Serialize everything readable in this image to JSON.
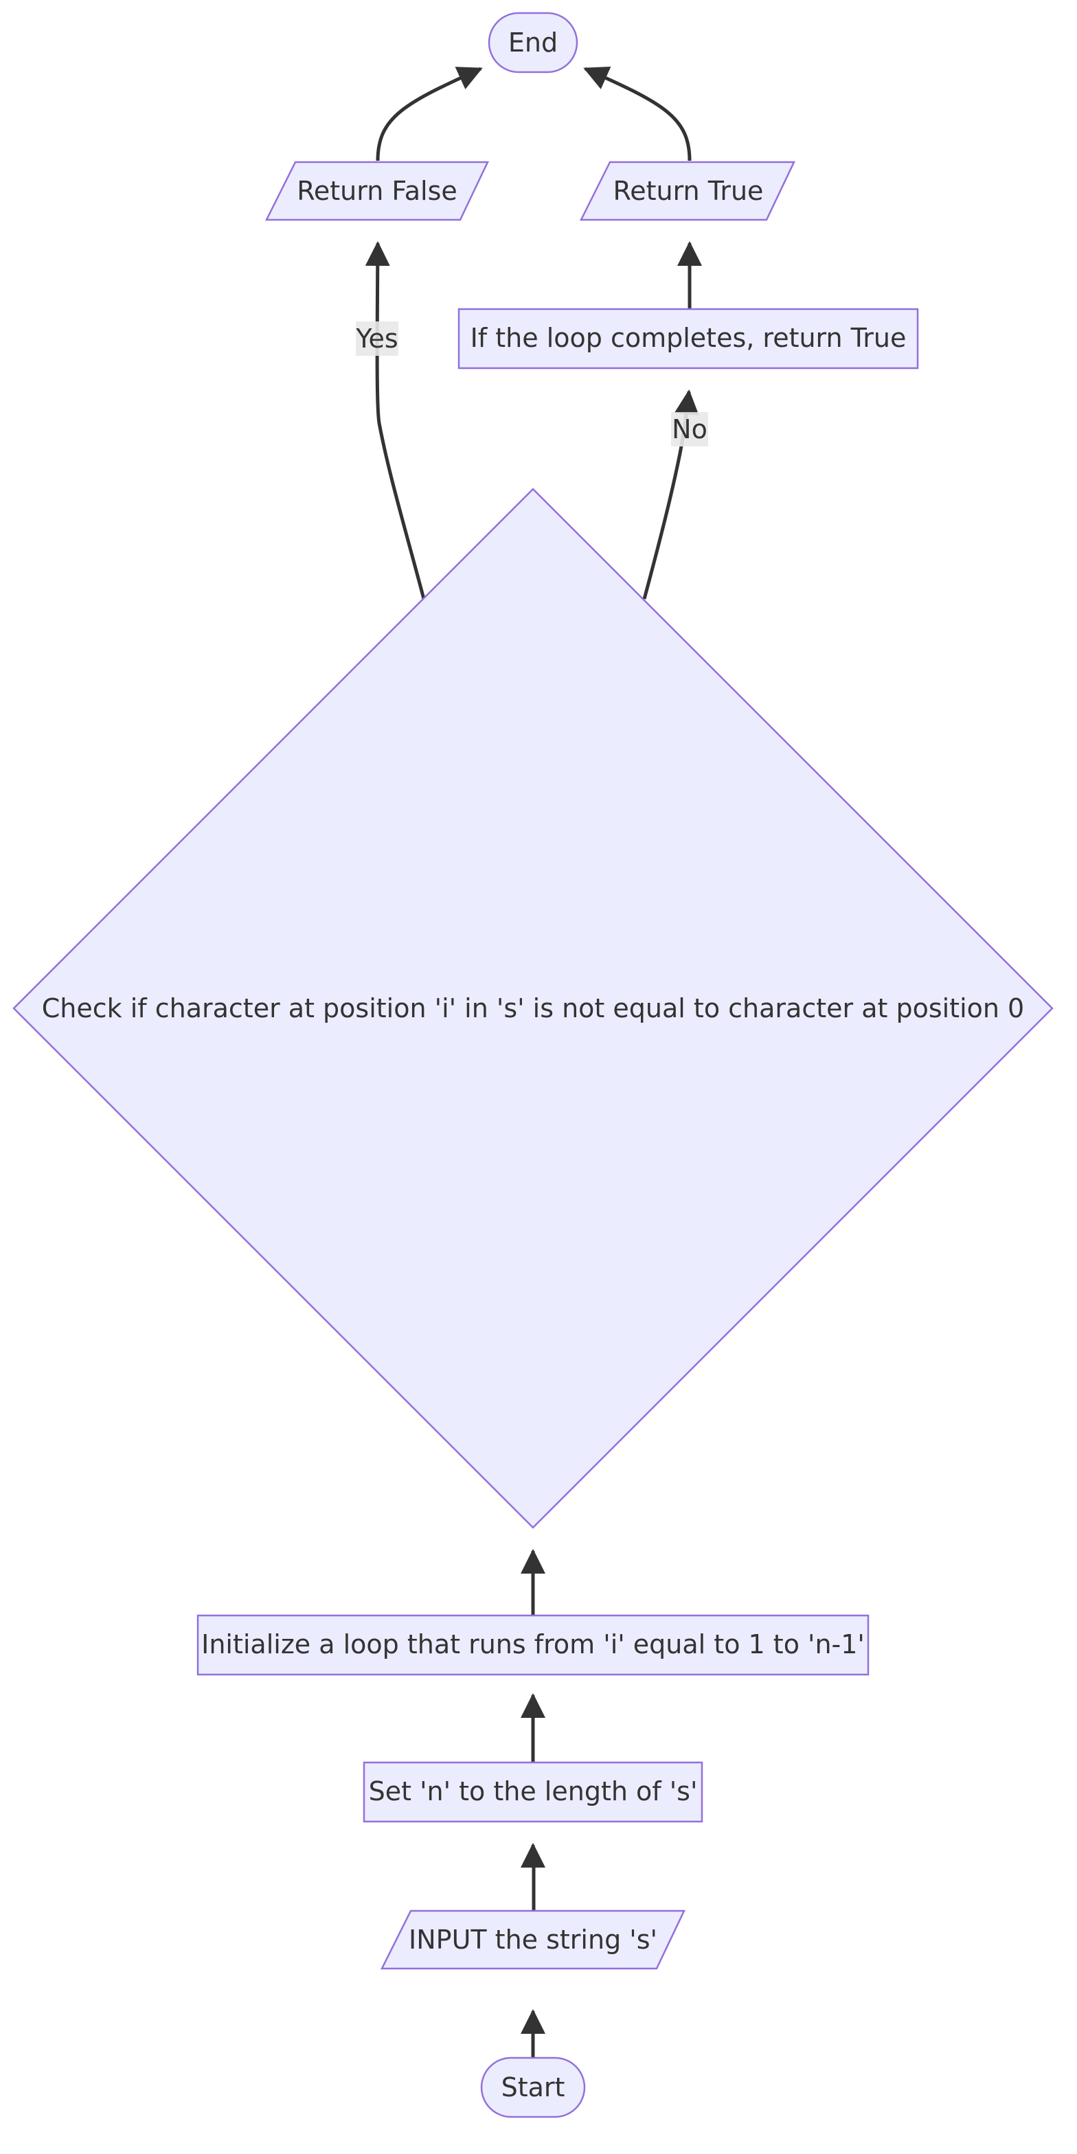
{
  "diagram": {
    "type": "flowchart",
    "direction": "bottom-to-top",
    "colors": {
      "node_fill": "#ececff",
      "node_stroke": "#9370db",
      "edge": "#333333",
      "text": "#333333",
      "edge_label_bg": "#e8e8e8"
    },
    "nodes": [
      {
        "id": "start",
        "shape": "stadium",
        "label": "Start"
      },
      {
        "id": "input",
        "shape": "parallelogram",
        "label": "INPUT the string 's'"
      },
      {
        "id": "set_n",
        "shape": "rect",
        "label": "Set 'n' to the length of 's'"
      },
      {
        "id": "init_loop",
        "shape": "rect",
        "label": "Initialize a loop that runs from 'i' equal to 1 to 'n-1'"
      },
      {
        "id": "check",
        "shape": "diamond",
        "label": "Check if character at position 'i' in 's' is not equal to character at position 0"
      },
      {
        "id": "loop_done",
        "shape": "rect",
        "label": "If the loop completes, return True"
      },
      {
        "id": "ret_false",
        "shape": "parallelogram",
        "label": "Return False"
      },
      {
        "id": "ret_true",
        "shape": "parallelogram",
        "label": "Return True"
      },
      {
        "id": "end",
        "shape": "stadium",
        "label": "End"
      }
    ],
    "edges": [
      {
        "id": "e1",
        "from": "start",
        "to": "input",
        "label": ""
      },
      {
        "id": "e2",
        "from": "input",
        "to": "set_n",
        "label": ""
      },
      {
        "id": "e3",
        "from": "set_n",
        "to": "init_loop",
        "label": ""
      },
      {
        "id": "e4",
        "from": "init_loop",
        "to": "check",
        "label": ""
      },
      {
        "id": "e5",
        "from": "check",
        "to": "ret_false",
        "label": "Yes"
      },
      {
        "id": "e6",
        "from": "check",
        "to": "loop_done",
        "label": "No"
      },
      {
        "id": "e7",
        "from": "loop_done",
        "to": "ret_true",
        "label": ""
      },
      {
        "id": "e8",
        "from": "ret_false",
        "to": "end",
        "label": ""
      },
      {
        "id": "e9",
        "from": "ret_true",
        "to": "end",
        "label": ""
      }
    ]
  }
}
